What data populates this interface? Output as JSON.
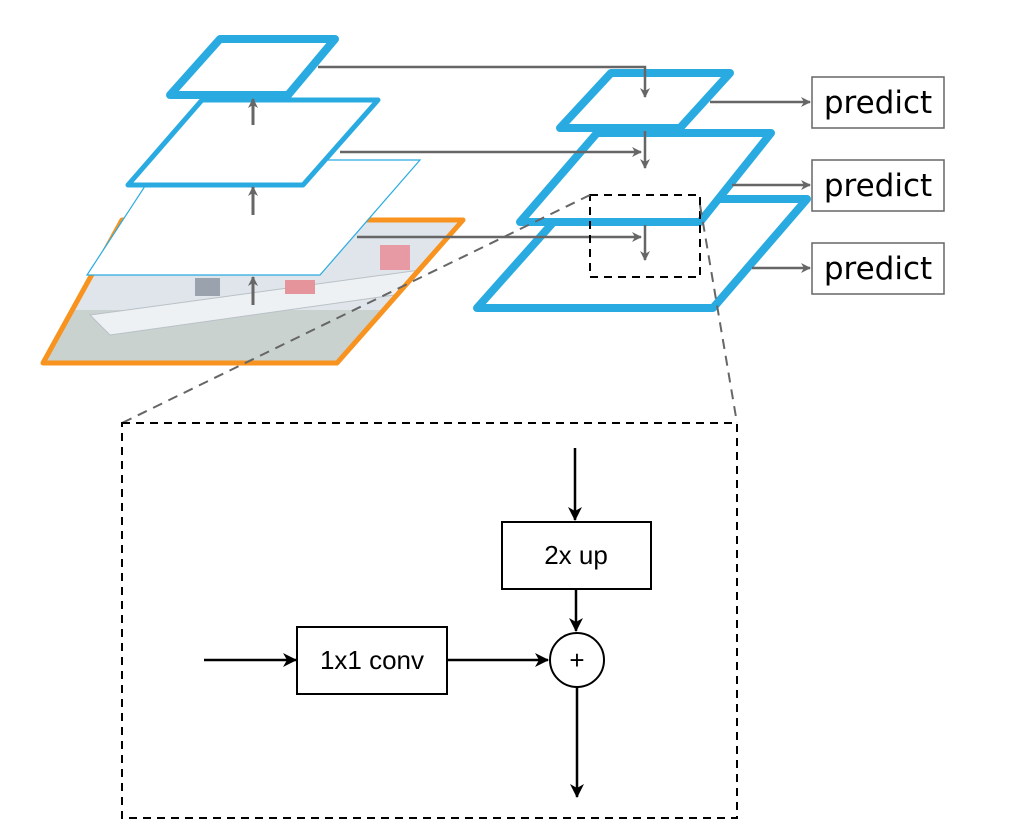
{
  "diagram": {
    "predict_labels": [
      "predict",
      "predict",
      "predict"
    ],
    "upsample_label": "2x up",
    "lateral_label": "1x1 conv",
    "merge_symbol": "+"
  },
  "colors": {
    "feature_map": "#29abe2",
    "image_border": "#f7931e",
    "connector": "#666666",
    "detail": "#000000"
  }
}
